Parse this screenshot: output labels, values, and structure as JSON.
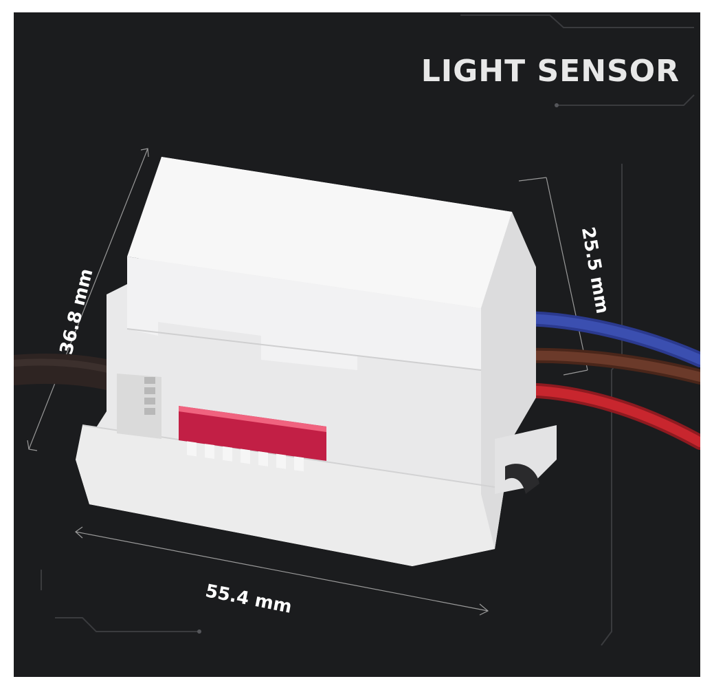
{
  "image": {
    "title": "LIGHT SENSOR",
    "dimensions": {
      "length": "55.4 mm",
      "height": "36.8 mm",
      "depth": "25.5 mm"
    },
    "colors": {
      "background": "#1b1c1e",
      "housing": "#f2f2f2",
      "dip_switch": "#e8365a",
      "wire_blue": "#3b4fb0",
      "wire_brown": "#6b3a2a",
      "wire_red": "#c8262e"
    }
  }
}
